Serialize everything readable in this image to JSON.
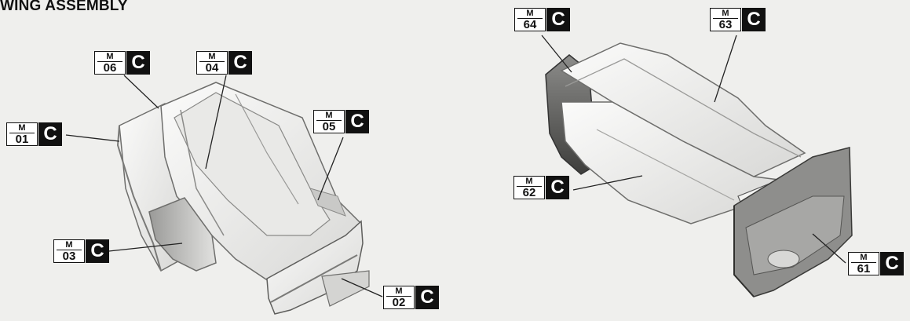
{
  "title": "WING ASSEMBLY",
  "labels": [
    {
      "key": "m06",
      "m": "M",
      "num": "06",
      "letter": "C"
    },
    {
      "key": "m04",
      "m": "M",
      "num": "04",
      "letter": "C"
    },
    {
      "key": "m01",
      "m": "M",
      "num": "01",
      "letter": "C"
    },
    {
      "key": "m05",
      "m": "M",
      "num": "05",
      "letter": "C"
    },
    {
      "key": "m03",
      "m": "M",
      "num": "03",
      "letter": "C"
    },
    {
      "key": "m02",
      "m": "M",
      "num": "02",
      "letter": "C"
    },
    {
      "key": "m64",
      "m": "M",
      "num": "64",
      "letter": "C"
    },
    {
      "key": "m63",
      "m": "M",
      "num": "63",
      "letter": "C"
    },
    {
      "key": "m62",
      "m": "M",
      "num": "62",
      "letter": "C"
    },
    {
      "key": "m61",
      "m": "M",
      "num": "61",
      "letter": "C"
    }
  ]
}
